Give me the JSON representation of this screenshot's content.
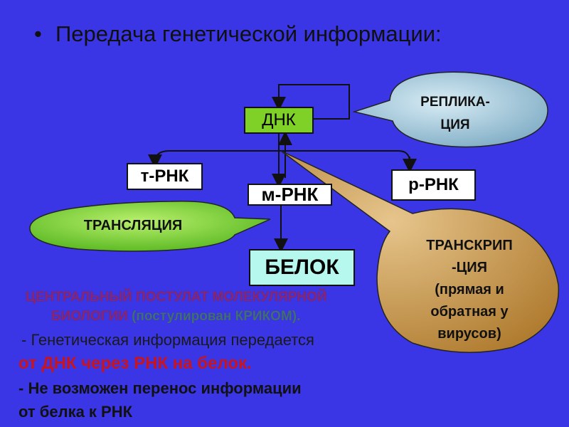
{
  "title": {
    "bullet": "•",
    "text": "Передача генетической информации:"
  },
  "boxes": {
    "dna": "ДНК",
    "trna": "т-РНК",
    "mrna": "м-РНК",
    "rrna": "р-РНК",
    "protein": "БЕЛОК"
  },
  "callouts": {
    "replication": [
      "РЕПЛИКА-",
      "ЦИЯ"
    ],
    "translation": "ТРАНСЛЯЦИЯ",
    "transcription": [
      "ТРАНСКРИП",
      "-ЦИЯ",
      "(прямая и",
      "обратная у",
      "вирусов)"
    ]
  },
  "dogma": {
    "line1": "ЦЕНТРАЛЬНЫЙ ПОСТУЛАТ МОЛЕКУЛЯРНОЙ",
    "line2_red": "БИОЛОГИИ",
    "line2_green": "(постулирован КРИКОМ)."
  },
  "statements": {
    "genetic": "-  Генетическая информация передается",
    "red": "от ДНК через РНК на белок.",
    "no1": "-  Не возможен перенос информации",
    "no2": "от    белка к РНК"
  },
  "colors": {
    "background": "#3a36e6",
    "dna_box": "#7fd127",
    "protein_box": "#b6f8ee",
    "replication_bubble": "#9fc4d6",
    "translation_bubble": "#7edc2c",
    "transcription_bubble": "#c89a4e",
    "red_text": "#c8141e"
  }
}
